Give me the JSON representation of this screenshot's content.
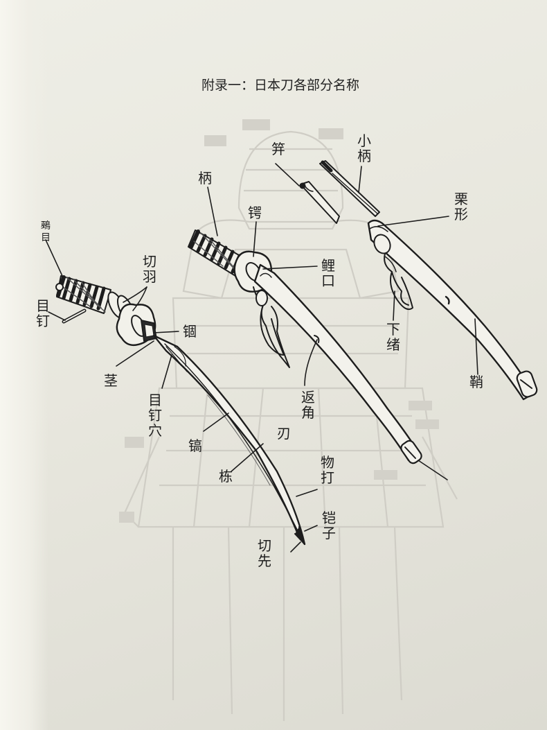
{
  "title": "附录一：日本刀各部分名称",
  "labels": {
    "wu_mu": "鵐目",
    "mu_ding": "目钉",
    "qie_yu": "切羽",
    "xi": "锢",
    "jing": "茎",
    "mu_ding_xue": "目钉穴",
    "gao": "镐",
    "dong": "栋",
    "ren": "刃",
    "wu_da": "物打",
    "kai_zi": "铠子",
    "qie_xian": "切先",
    "bing": "柄",
    "e": "锷",
    "li_kou": "鲤口",
    "fan_jiao": "返角",
    "ben": "笄",
    "xiao_bing": "小柄",
    "li_xing": "栗形",
    "xia_xu": "下绪",
    "qiao": "鞘"
  },
  "colors": {
    "paper": "#ecebe3",
    "ink": "#1d1d1d",
    "ghost": "#c9c7c0"
  }
}
